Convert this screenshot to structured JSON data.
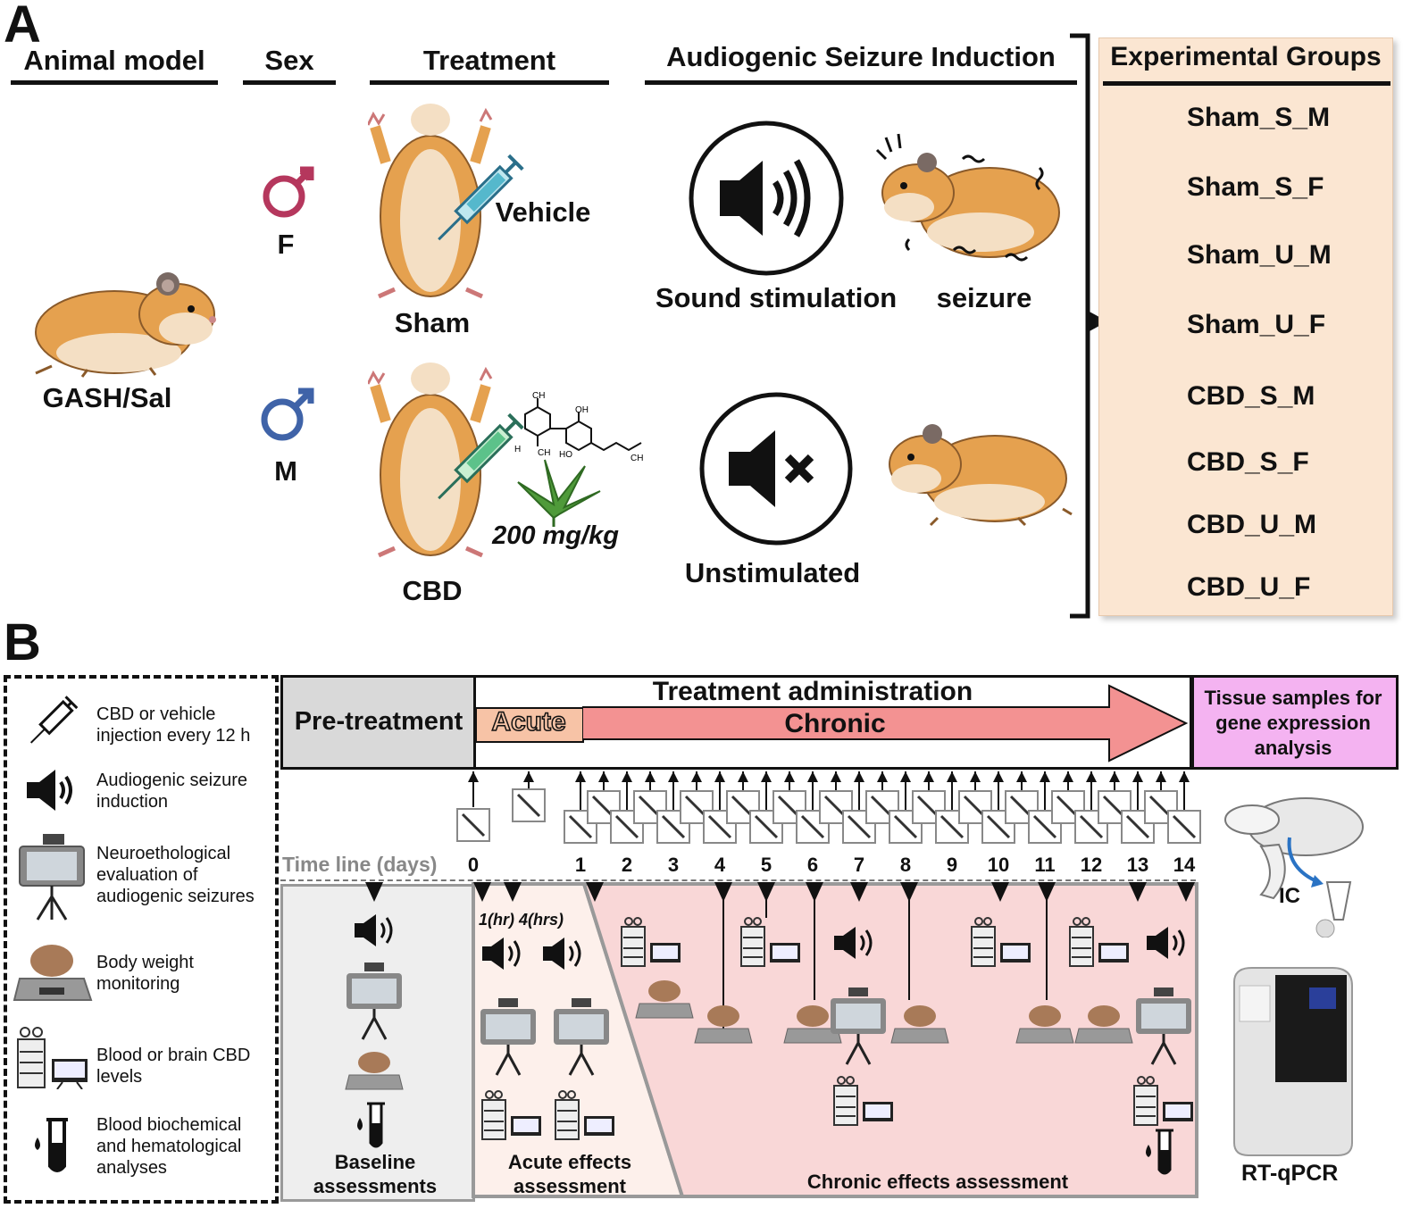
{
  "panelA": {
    "letter": "A",
    "headers": {
      "animal_model": "Animal model",
      "sex": "Sex",
      "treatment": "Treatment",
      "seizure_induction": "Audiogenic Seizure Induction",
      "groups": "Experimental Groups"
    },
    "animal_label": "GASH/Sal",
    "sex_female": "F",
    "sex_male": "M",
    "vehicle_label": "Vehicle",
    "sham_label": "Sham",
    "cbd_label": "CBD",
    "dose_label": "200 mg/kg",
    "sound_label": "Sound stimulation",
    "seizure_label": "seizure",
    "unstim_label": "Unstimulated",
    "chem": {
      "ch3_top": "CH",
      "oh": "OH",
      "h3c": "H",
      "ch2": "CH",
      "ho": "HO",
      "ch3_right": "CH"
    },
    "groups": [
      "Sham_S_M",
      "Sham_S_F",
      "Sham_U_M",
      "Sham_U_F",
      "CBD_S_M",
      "CBD_S_F",
      "CBD_U_M",
      "CBD_U_F"
    ]
  },
  "panelB": {
    "letter": "B",
    "legend": [
      {
        "icon": "syringe-icon",
        "text": "CBD or vehicle injection every 12 h"
      },
      {
        "icon": "speaker-icon",
        "text": "Audiogenic seizure induction"
      },
      {
        "icon": "camera-icon",
        "text": "Neuroethological evaluation of audiogenic seizures"
      },
      {
        "icon": "scale-icon",
        "text": "Body weight monitoring"
      },
      {
        "icon": "hplc-icon",
        "text": "Blood or brain CBD levels"
      },
      {
        "icon": "blood-tube-icon",
        "text": "Blood biochemical and hematological analyses"
      }
    ],
    "pretreatment": "Pre-treatment",
    "treatment_admin": "Treatment administration",
    "acute": "Acute",
    "chronic": "Chronic",
    "tissue": "Tissue samples for gene expression analysis",
    "timeline_label": "Time line (days)",
    "days": [
      "0",
      "1",
      "2",
      "3",
      "4",
      "5",
      "6",
      "7",
      "8",
      "9",
      "10",
      "11",
      "12",
      "13",
      "14"
    ],
    "hour_marks": "1(hr) 4(hrs)",
    "baseline": "Baseline assessments",
    "acute_effects": "Acute effects assessment",
    "chronic_effects": "Chronic effects assessment",
    "ic_label": "IC",
    "rtqpcr": "RT-qPCR"
  },
  "colors": {
    "hamster_fur": "#e5a14f",
    "hamster_belly": "#f4dfc4",
    "female": "#b5375d",
    "male": "#3f63a8",
    "group_bg": "#fbe6d2",
    "pretreat_bg": "#d9d9d9",
    "acute_bg": "#f7c3a6",
    "chronic_arrow": "#f39292",
    "tissue_bg": "#f4b3f1",
    "chronic_panel": "#f9d7d7"
  }
}
